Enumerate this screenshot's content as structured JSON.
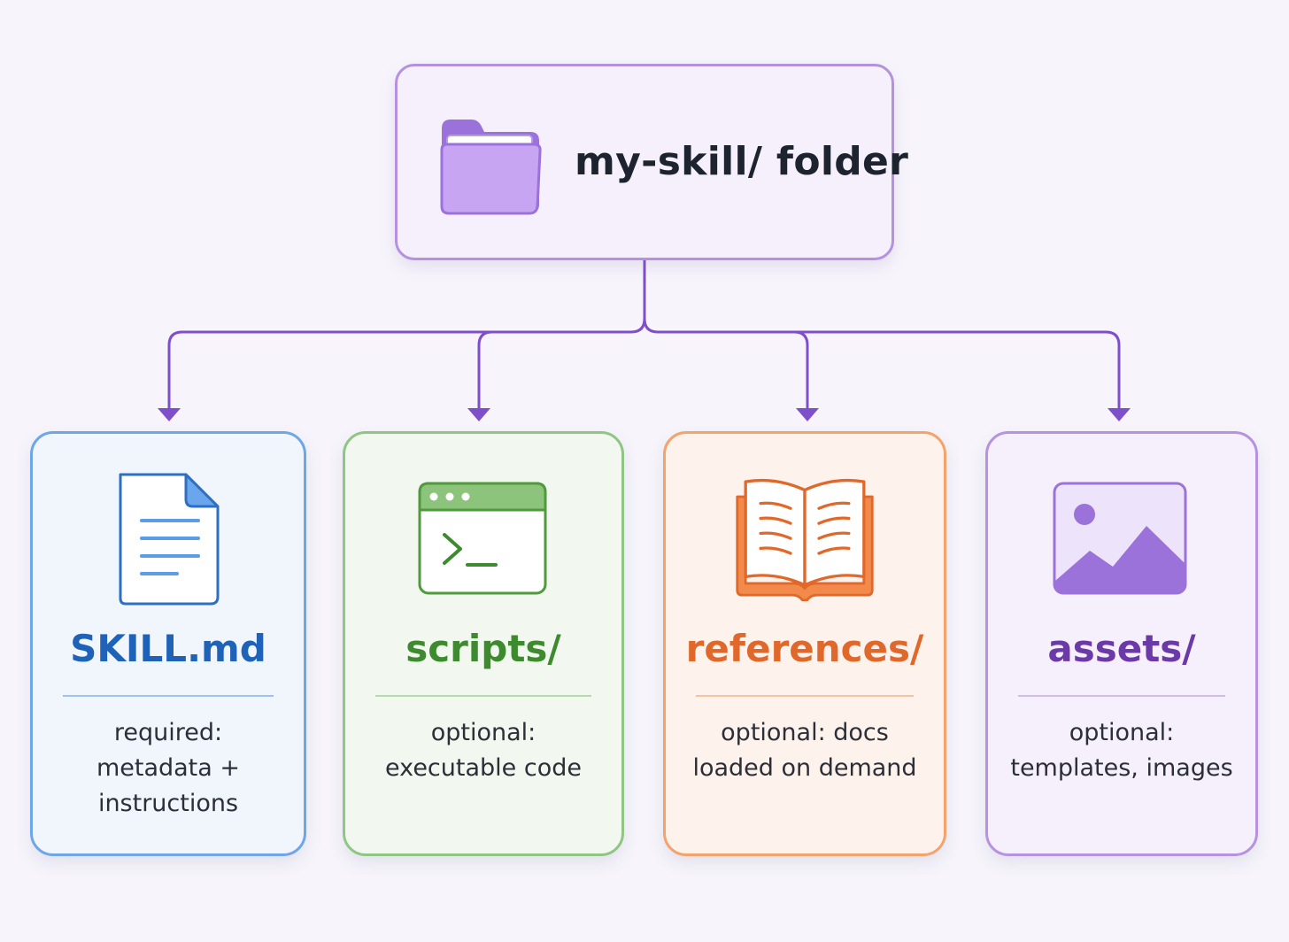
{
  "root": {
    "title": "my-skill/ folder",
    "icon": "folder-icon"
  },
  "cards": [
    {
      "name": "SKILL.md",
      "icon": "document-icon",
      "desc": [
        "required:",
        "metadata +",
        "instructions"
      ],
      "accent": "#1f63b8",
      "border": "#6ea6e8",
      "fill": "#f1f6fd"
    },
    {
      "name": "scripts/",
      "icon": "terminal-icon",
      "desc": [
        "optional:",
        "executable code"
      ],
      "accent": "#3e8a2f",
      "border": "#8fc683",
      "fill": "#f2f8ef"
    },
    {
      "name": "references/",
      "icon": "book-icon",
      "desc": [
        "optional: docs",
        "loaded on demand"
      ],
      "accent": "#e0682b",
      "border": "#f3a36b",
      "fill": "#fdf3ec"
    },
    {
      "name": "assets/",
      "icon": "image-icon",
      "desc": [
        "optional:",
        "templates, images"
      ],
      "accent": "#6b3aa8",
      "border": "#b792e0",
      "fill": "#f5f0fc"
    }
  ],
  "colors": {
    "connector": "#7f4fc9",
    "background": "#f7f5fb"
  }
}
